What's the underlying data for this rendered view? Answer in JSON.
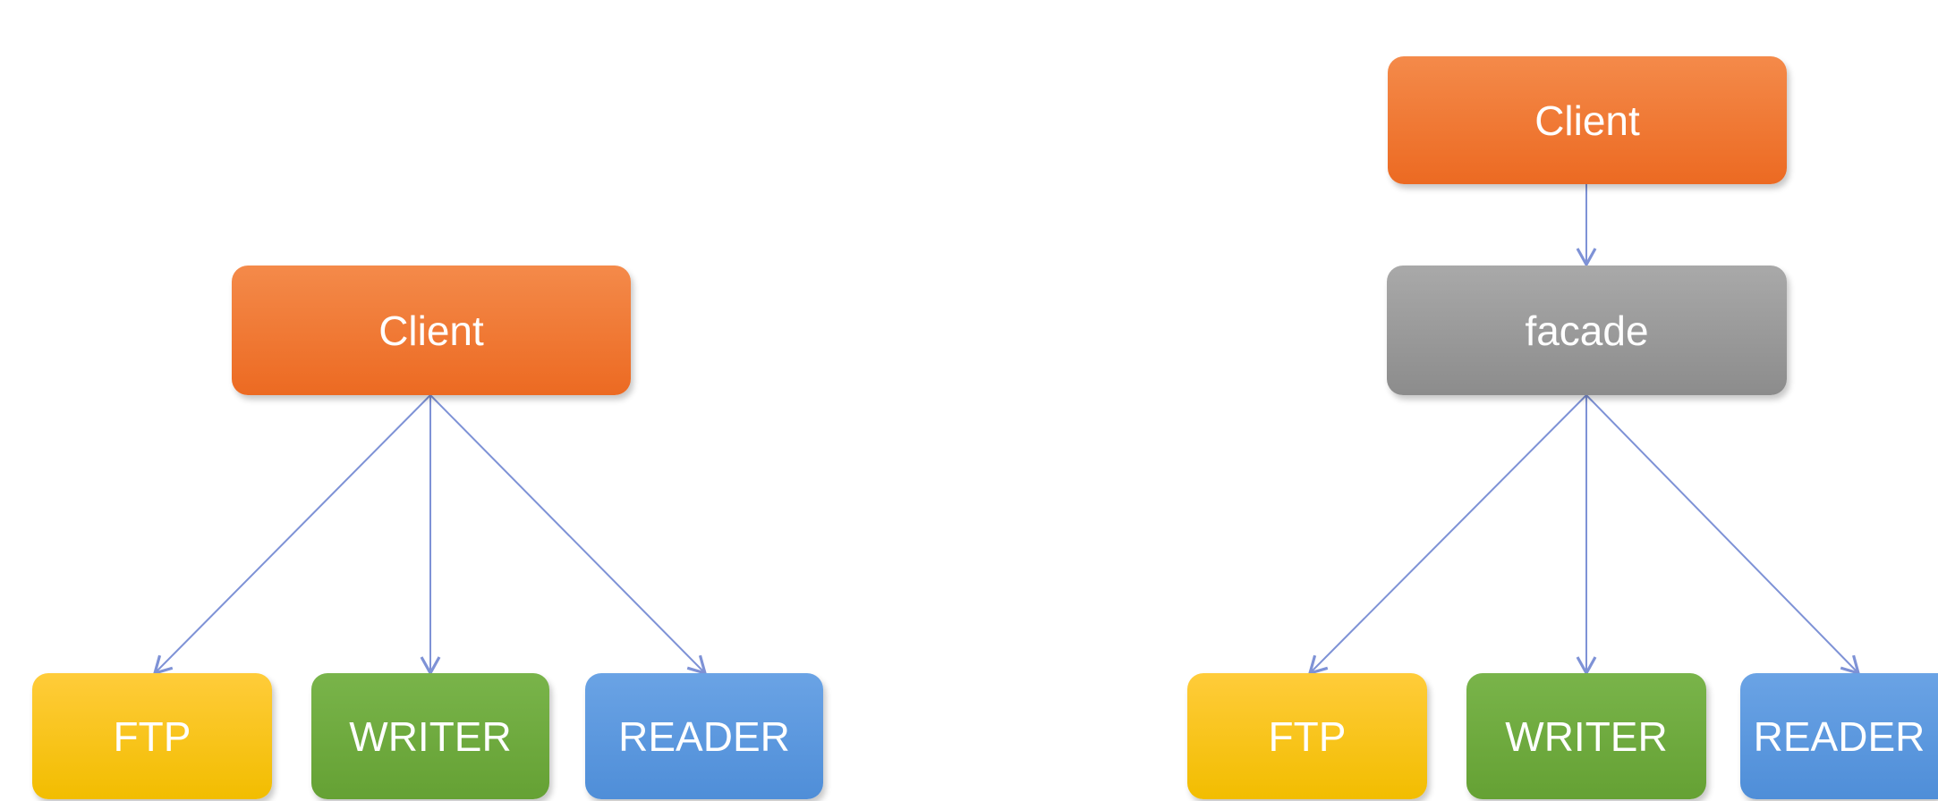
{
  "left_diagram": {
    "client_label": "Client",
    "subsystems": [
      "FTP",
      "WRITER",
      "READER"
    ]
  },
  "right_diagram": {
    "client_label": "Client",
    "facade_label": "facade",
    "subsystems": [
      "FTP",
      "WRITER",
      "READER"
    ]
  },
  "colors": {
    "client": "#ec6a22",
    "facade": "#8c8c8c",
    "ftp": "#f2bd00",
    "writer": "#65a134",
    "reader": "#4f8ed8",
    "connector": "#7e92d6"
  }
}
